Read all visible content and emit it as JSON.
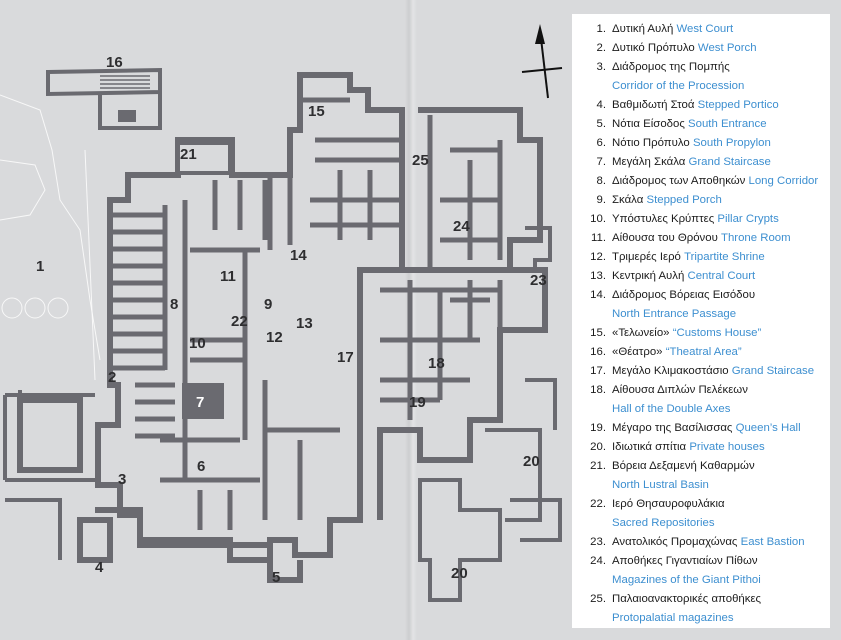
{
  "map": {
    "labels": [
      "1",
      "2",
      "3",
      "4",
      "5",
      "6",
      "7",
      "8",
      "9",
      "10",
      "11",
      "12",
      "13",
      "14",
      "15",
      "16",
      "17",
      "18",
      "19",
      "20",
      "20",
      "21",
      "22",
      "23",
      "24",
      "25"
    ]
  },
  "legend": {
    "items": [
      {
        "num": "1.",
        "gr": "Δυτική Αυλή",
        "en": "West Court",
        "wrap": false
      },
      {
        "num": "2.",
        "gr": "Δυτικό Πρόπυλο",
        "en": "West Porch",
        "wrap": false
      },
      {
        "num": "3.",
        "gr": "Διάδρομος της Πομπής",
        "en": "Corridor of the Procession",
        "wrap": true
      },
      {
        "num": "4.",
        "gr": "Βαθμιδωτή Στοά",
        "en": "Stepped Portico",
        "wrap": false
      },
      {
        "num": "5.",
        "gr": "Νότια Είσοδος",
        "en": "South Entrance",
        "wrap": false
      },
      {
        "num": "6.",
        "gr": "Νότιο Πρόπυλο",
        "en": "South Propylon",
        "wrap": false
      },
      {
        "num": "7.",
        "gr": "Μεγάλη Σκάλα",
        "en": "Grand Staircase",
        "wrap": false
      },
      {
        "num": "8.",
        "gr": "Διάδρομος των Αποθηκών",
        "en": "Long Corridor",
        "wrap": false
      },
      {
        "num": "9.",
        "gr": "Σκάλα",
        "en": "Stepped Porch",
        "wrap": false
      },
      {
        "num": "10.",
        "gr": "Υπόστυλες Κρύπτες",
        "en": "Pillar Crypts",
        "wrap": false
      },
      {
        "num": "11.",
        "gr": "Αίθουσα του Θρόνου",
        "en": "Throne Room",
        "wrap": false
      },
      {
        "num": "12.",
        "gr": "Τριμερές Ιερό",
        "en": "Tripartite Shrine",
        "wrap": false
      },
      {
        "num": "13.",
        "gr": "Κεντρική Αυλή",
        "en": "Central Court",
        "wrap": false
      },
      {
        "num": "14.",
        "gr": "Διάδρομος Βόρειας Εισόδου",
        "en": "North Entrance Passage",
        "wrap": true
      },
      {
        "num": "15.",
        "gr": "«Τελωνείο»",
        "en": "“Customs House”",
        "wrap": false
      },
      {
        "num": "16.",
        "gr": "«Θέατρο»",
        "en": "“Theatral Area”",
        "wrap": false
      },
      {
        "num": "17.",
        "gr": "Μεγάλο Κλιμακοστάσιο",
        "en": "Grand Staircase",
        "wrap": false
      },
      {
        "num": "18.",
        "gr": "Αίθουσα Διπλών Πελέκεων",
        "en": "Hall of the Double Axes",
        "wrap": true
      },
      {
        "num": "19.",
        "gr": "Μέγαρο της Βασίλισσας",
        "en": "Queen’s Hall",
        "wrap": false
      },
      {
        "num": "20.",
        "gr": "Ιδιωτικά σπίτια",
        "en": "Private houses",
        "wrap": false
      },
      {
        "num": "21.",
        "gr": "Βόρεια Δεξαμενή Καθαρμών",
        "en": "North Lustral Basin",
        "wrap": true
      },
      {
        "num": "22.",
        "gr": "Ιερό Θησαυροφυλάκια",
        "en": "Sacred Repositories",
        "wrap": true
      },
      {
        "num": "23.",
        "gr": "Ανατολικός Προμαχώνας",
        "en": "East Bastion",
        "wrap": false
      },
      {
        "num": "24.",
        "gr": "Αποθήκες Γιγαντιαίων Πίθων",
        "en": "Magazines of the Giant Pithoi",
        "wrap": true
      },
      {
        "num": "25.",
        "gr": "Παλαιοανακτορικές αποθήκες",
        "en": "Protopalatial magazines",
        "wrap": true
      }
    ]
  }
}
